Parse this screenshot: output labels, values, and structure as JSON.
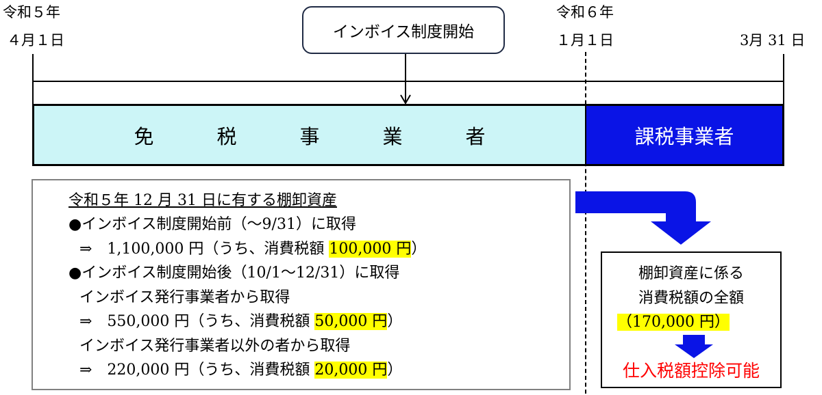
{
  "dates": {
    "start_era": "令和５年",
    "start_day": "４月１日",
    "mid_era": "令和６年",
    "mid_day": "１月１日",
    "end_day": "3月 31 日"
  },
  "invoice_start_label": "インボイス制度開始",
  "bands": {
    "exempt_chars": [
      "免",
      "税",
      "事",
      "業",
      "者"
    ],
    "taxable": "課税事業者"
  },
  "inventory": {
    "title": "令和５年 12 月 31 日に有する棚卸資産",
    "before_heading": "●インボイス制度開始前（～9/31）に取得",
    "before_amount": "⇒　1,100,000 円（うち、消費税額 ",
    "before_tax": "100,000 円",
    "after_heading": "●インボイス制度開始後（10/1～12/31）に取得",
    "issuer_label": "インボイス発行事業者から取得",
    "issuer_amount": "⇒　550,000 円（うち、消費税額 ",
    "issuer_tax": "50,000 円",
    "non_issuer_label": "インボイス発行事業者以外の者から取得",
    "non_issuer_amount": "⇒　220,000 円（うち、消費税額 ",
    "non_issuer_tax": "20,000 円",
    "close_paren": "）"
  },
  "result": {
    "line1": "棚卸資産に係る",
    "line2": "消費税額の全額",
    "amount": "（170,000 円）",
    "conclusion": "仕入税額控除可能"
  },
  "colors": {
    "exempt_band": "#ccf5f7",
    "taxable_band": "#0a14e6",
    "arrow": "#0a14e6",
    "highlight": "#ffff00",
    "conclusion_text": "#ff0000"
  }
}
